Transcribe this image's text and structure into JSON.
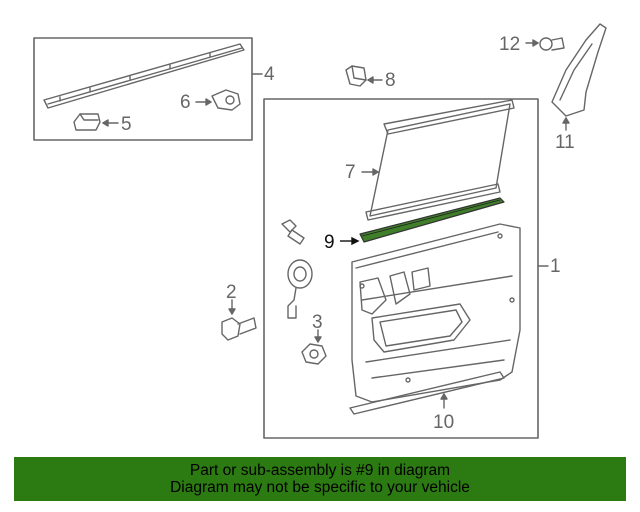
{
  "colors": {
    "line": "#666666",
    "highlight_fill": "#3f7f2a",
    "banner_bg": "#2c7a12",
    "banner_text": "#000000"
  },
  "callouts": {
    "c1": "1",
    "c2": "2",
    "c3": "3",
    "c4": "4",
    "c5": "5",
    "c6": "6",
    "c7": "7",
    "c8": "8",
    "c9": "9",
    "c10": "10",
    "c11": "11",
    "c12": "12"
  },
  "highlighted_part": "9",
  "banner": {
    "line1": "Part or sub-assembly is #9 in diagram",
    "line2": "Diagram may not be specific to your vehicle"
  }
}
